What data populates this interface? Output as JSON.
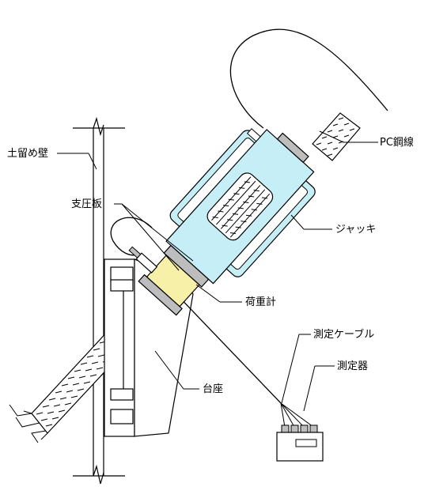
{
  "labels": {
    "retaining_wall": "土留め壁",
    "bearing_plate": "支圧板",
    "jack": "ジャッキ",
    "pc_strand": "PC鋼線",
    "load_cell": "荷重計",
    "measurement_cable": "測定ケーブル",
    "measuring_device": "測定器",
    "base": "台座"
  },
  "colors": {
    "jack_fill": "#c6eef6",
    "load_cell_fill": "#f6f0a8",
    "plate_fill": "#bdbdbd",
    "outline": "#000000",
    "white": "#ffffff"
  }
}
